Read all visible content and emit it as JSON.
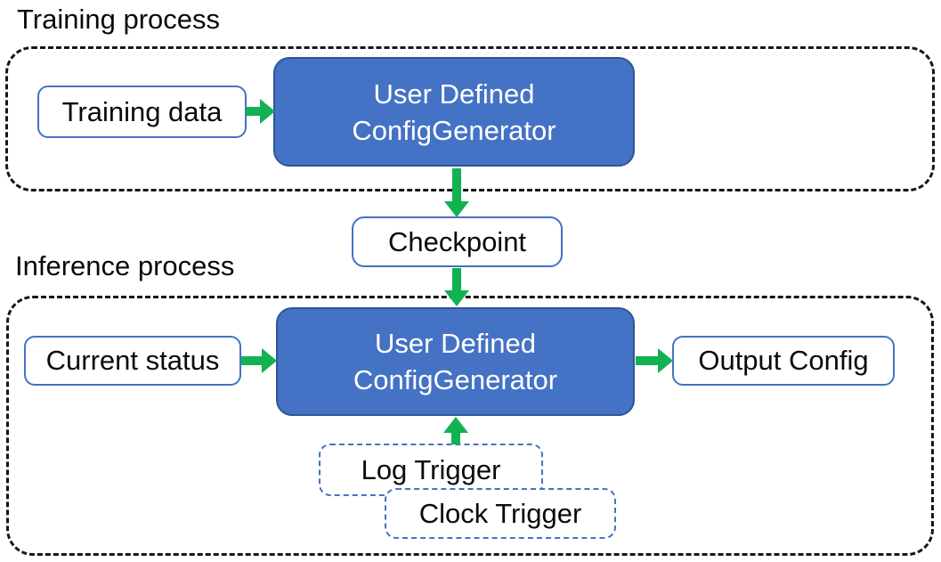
{
  "sections": {
    "training": {
      "label": "Training process"
    },
    "inference": {
      "label": "Inference process"
    }
  },
  "nodes": {
    "training_data": {
      "label": "Training data"
    },
    "training_generator": {
      "label": "User Defined ConfigGenerator"
    },
    "checkpoint": {
      "label": "Checkpoint"
    },
    "current_status": {
      "label": "Current status"
    },
    "inference_generator": {
      "label": "User Defined ConfigGenerator"
    },
    "output_config": {
      "label": "Output Config"
    },
    "log_trigger": {
      "label": "Log Trigger"
    },
    "clock_trigger": {
      "label": "Clock Trigger"
    }
  },
  "edges": [
    {
      "from": "Training data",
      "to": "User Defined ConfigGenerator (training)",
      "direction": "right"
    },
    {
      "from": "User Defined ConfigGenerator (training)",
      "to": "Checkpoint",
      "direction": "down"
    },
    {
      "from": "Checkpoint",
      "to": "User Defined ConfigGenerator (inference)",
      "direction": "down"
    },
    {
      "from": "Current status",
      "to": "User Defined ConfigGenerator (inference)",
      "direction": "right"
    },
    {
      "from": "User Defined ConfigGenerator (inference)",
      "to": "Output Config",
      "direction": "right"
    },
    {
      "from": "Log Trigger",
      "to": "User Defined ConfigGenerator (inference)",
      "direction": "up"
    }
  ],
  "colors": {
    "generator_fill": "#4472C4",
    "generator_border": "#2F5597",
    "generator_text": "#FFFFFF",
    "node_border": "#4472C4",
    "trigger_dash_border": "#4472C4",
    "arrow_green": "#12B152",
    "section_dash_border": "#161616",
    "text": "#0A0A0A",
    "background": "#FFFFFF"
  }
}
